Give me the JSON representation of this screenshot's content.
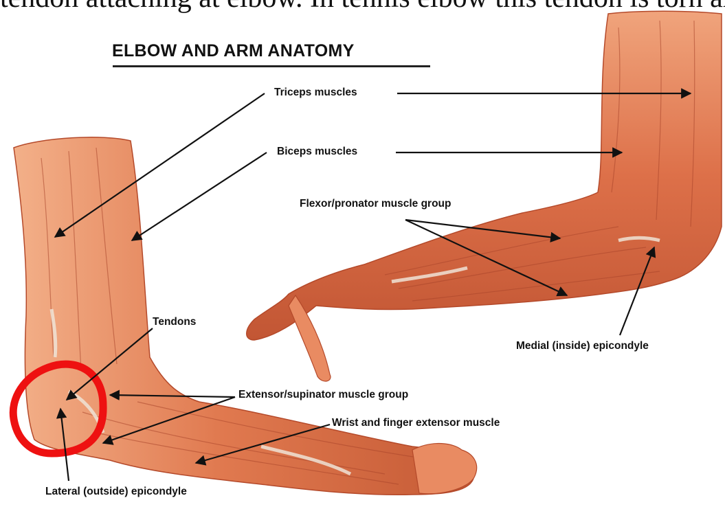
{
  "caption_fragment": "tendon attaching at elbow. In tennis elbow this tendon is torn and healing at reduced",
  "title": "ELBOW AND ARM ANATOMY",
  "labels": {
    "triceps": "Triceps muscles",
    "biceps": "Biceps muscles",
    "flexor": "Flexor/pronator muscle group",
    "medial": "Medial (inside) epicondyle",
    "tendons": "Tendons",
    "extensor_supinator": "Extensor/supinator muscle group",
    "wrist_finger": "Wrist and finger extensor muscle",
    "lateral": "Lateral (outside) epicondyle"
  },
  "colors": {
    "muscle": "#e0794f",
    "muscle_dark": "#b84a2a",
    "muscle_light": "#f2a27c",
    "tendon": "#efe3d6",
    "highlight_circle": "#ee1111"
  }
}
